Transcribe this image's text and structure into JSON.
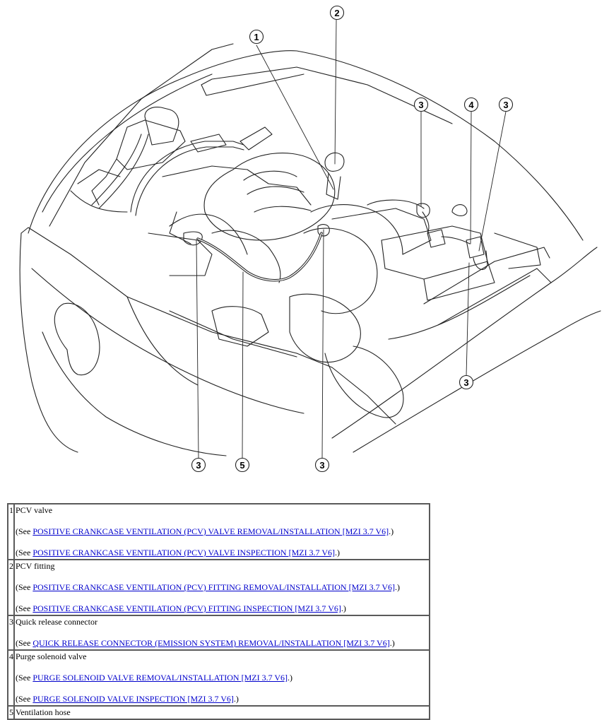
{
  "diagram": {
    "callouts": [
      {
        "id": "c1",
        "label": "1"
      },
      {
        "id": "c2",
        "label": "2"
      },
      {
        "id": "c3a",
        "label": "3"
      },
      {
        "id": "c4",
        "label": "4"
      },
      {
        "id": "c3b",
        "label": "3"
      },
      {
        "id": "c3c",
        "label": "3"
      },
      {
        "id": "c3d",
        "label": "3"
      },
      {
        "id": "c5",
        "label": "5"
      },
      {
        "id": "c3e",
        "label": "3"
      }
    ]
  },
  "legend": {
    "rows": [
      {
        "num": "1",
        "title": "PCV valve",
        "refs": [
          {
            "prefix": "(See ",
            "link": "POSITIVE CRANKCASE VENTILATION (PCV) VALVE REMOVAL/INSTALLATION [MZI 3.7 V6]",
            "suffix": ".)"
          },
          {
            "prefix": "(See ",
            "link": "POSITIVE CRANKCASE VENTILATION (PCV) VALVE INSPECTION [MZI 3.7 V6]",
            "suffix": ".)"
          }
        ]
      },
      {
        "num": "2",
        "title": "PCV fitting",
        "refs": [
          {
            "prefix": "(See ",
            "link": "POSITIVE CRANKCASE VENTILATION (PCV) FITTING REMOVAL/INSTALLATION [MZI 3.7 V6]",
            "suffix": ".)"
          },
          {
            "prefix": "(See ",
            "link": "POSITIVE CRANKCASE VENTILATION (PCV) FITTING INSPECTION [MZI 3.7 V6]",
            "suffix": ".)"
          }
        ]
      },
      {
        "num": "3",
        "title": "Quick release connector",
        "refs": [
          {
            "prefix": "(See ",
            "link": "QUICK RELEASE CONNECTOR (EMISSION SYSTEM) REMOVAL/INSTALLATION [MZI 3.7 V6]",
            "suffix": ".)"
          }
        ]
      },
      {
        "num": "4",
        "title": "Purge solenoid valve",
        "refs": [
          {
            "prefix": "(See ",
            "link": "PURGE SOLENOID VALVE REMOVAL/INSTALLATION [MZI 3.7 V6]",
            "suffix": ".)"
          },
          {
            "prefix": "(See ",
            "link": "PURGE SOLENOID VALVE INSPECTION [MZI 3.7 V6]",
            "suffix": ".)"
          }
        ]
      },
      {
        "num": "5",
        "title": "Ventilation hose",
        "refs": []
      }
    ]
  }
}
